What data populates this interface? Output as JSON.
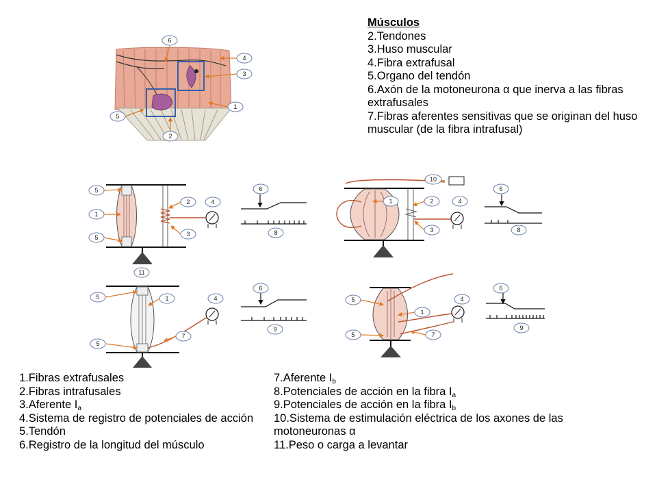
{
  "top_legend": {
    "title": "Músculos",
    "items": [
      "2.Tendones",
      "3.Huso muscular",
      "4.Fibra extrafusal",
      "5.Organo del tendón",
      "6.Axón de la motoneurona α que inerva a las fibras extrafusales",
      "7.Fibras aferentes sensitivas que se originan del huso muscular (de la fibra intrafusal)"
    ]
  },
  "bottom_legend_left": [
    "1.Fibras extrafusales",
    "2.Fibras intrafusales",
    {
      "text": "3.Aferente I",
      "sub": "a"
    },
    "4.Sistema de registro de potenciales de acción",
    "5.Tendón",
    "6.Registro de la longitud del músculo"
  ],
  "bottom_legend_right": [
    {
      "text": "7.Aferente I",
      "sub": "b"
    },
    {
      "text": "8.Potenciales de acción en la fibra I",
      "sub": "a"
    },
    {
      "text": "9.Potenciales de acción en la fibra I",
      "sub": "b"
    },
    "10.Sistema de estimulación eléctrica de los axones de las motoneuronas α",
    "11.Peso o carga a levantar"
  ],
  "callouts": {
    "top": [
      "6",
      "4",
      "3",
      "1",
      "5",
      "2"
    ],
    "p1": [
      "5",
      "1",
      "5",
      "2",
      "4",
      "3",
      "11"
    ],
    "t1": [
      "6",
      "8"
    ],
    "p2": [
      "10",
      "1",
      "2",
      "4",
      "3"
    ],
    "t2": [
      "6",
      "8"
    ],
    "p3": [
      "5",
      "1",
      "4",
      "5",
      "7"
    ],
    "t3": [
      "6",
      "9"
    ],
    "p4": [
      "5",
      "4",
      "1",
      "5",
      "7"
    ],
    "t4": [
      "6",
      "9"
    ]
  },
  "colors": {
    "callout_border": "#6b7fa8",
    "callout_arrow": "#e07a28",
    "nerve": "#b9532c",
    "box": "#3a5fa8",
    "spindle": "#a75e9c"
  }
}
